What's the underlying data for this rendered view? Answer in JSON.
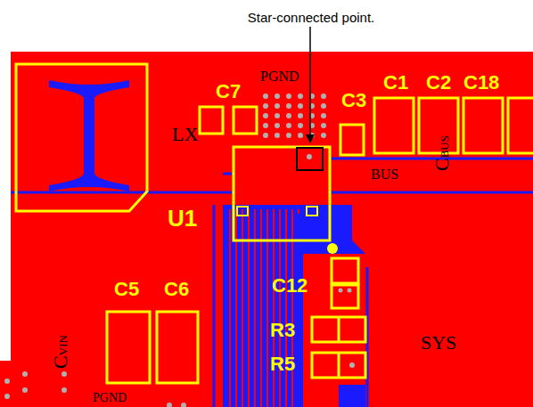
{
  "diagram": {
    "labels": [
      "Star-connected point.",
      "PGND",
      "C7",
      "LX",
      "C3",
      "C1",
      "C2",
      "C18",
      "BUS",
      "CBUS",
      "U1",
      "C12",
      "R3",
      "R5",
      "SYS",
      "C5",
      "C6",
      "CVIN",
      "PGND"
    ]
  }
}
